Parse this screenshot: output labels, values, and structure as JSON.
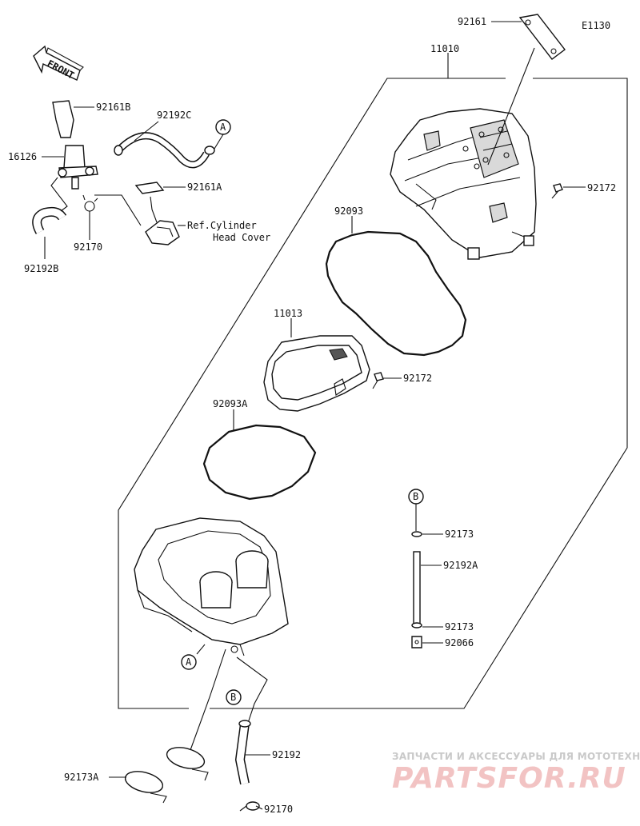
{
  "diagram_code": "E1130",
  "front_label": "FRONT",
  "ref_label_line1": "Ref.Cylinder",
  "ref_label_line2": "Head Cover",
  "callout_A": "A",
  "callout_B": "B",
  "parts": {
    "p92161": "92161",
    "p11010": "11010",
    "p92172_top": "92172",
    "p92093": "92093",
    "p11013": "11013",
    "p92172_mid": "92172",
    "p92093A": "92093A",
    "p92161B": "92161B",
    "p92192C": "92192C",
    "p16126": "16126",
    "p92161A": "92161A",
    "p92170_top": "92170",
    "p92192B": "92192B",
    "p92173_top": "92173",
    "p92192A": "92192A",
    "p92173_bot": "92173",
    "p92066": "92066",
    "p92192": "92192",
    "p92173A": "92173A",
    "p92170_bot": "92170"
  },
  "watermark": {
    "line1": "ЗАПЧАСТИ И АКСЕССУАРЫ ДЛЯ МОТОТЕХНИКИ",
    "line2": "PARTSFOR.RU"
  }
}
